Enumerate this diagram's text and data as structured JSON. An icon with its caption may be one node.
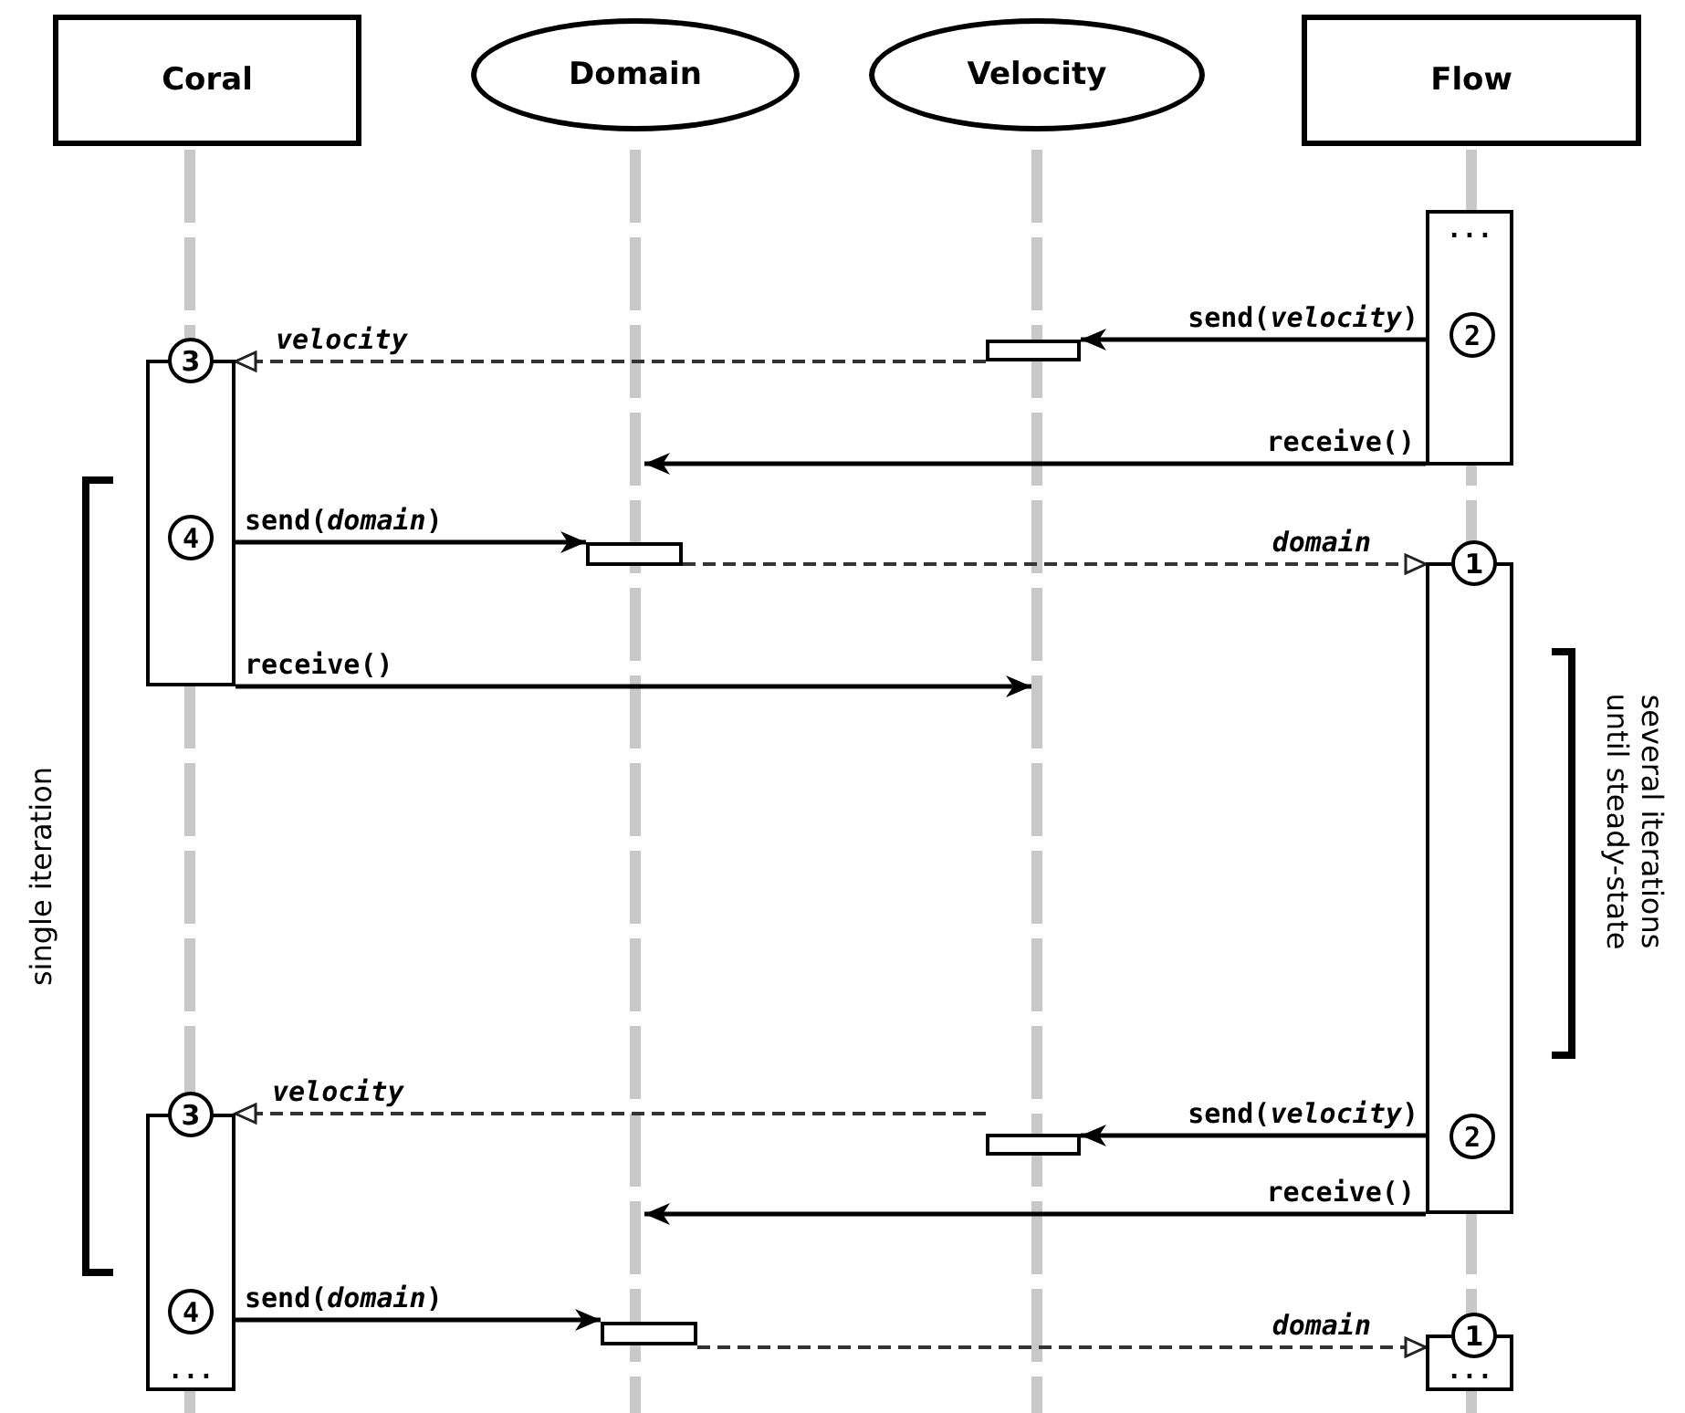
{
  "diagram": {
    "nodes": [
      {
        "text": [
          "Coral"
        ]
      },
      {
        "text": [
          "Domain"
        ]
      },
      {
        "text": [
          "Velocity"
        ]
      },
      {
        "text": [
          "Flow"
        ]
      },
      {
        "text": [
          "..."
        ]
      },
      {
        "text": [
          "2"
        ],
        "in": 4
      },
      {
        "text": [],
        "shape": "bar"
      },
      {
        "text": [
          "3"
        ]
      },
      {
        "text": [],
        "shape": "bar"
      },
      {
        "text": [
          "4"
        ],
        "in": 8
      },
      {
        "text": [],
        "shape": "bar"
      },
      {
        "text": [
          "1"
        ]
      },
      {
        "text": [],
        "shape": "bar"
      },
      {
        "text": [
          "2"
        ],
        "in": 12
      },
      {
        "text": [],
        "shape": "bar"
      },
      {
        "text": [
          "3"
        ]
      },
      {
        "text": [
          "..."
        ]
      },
      {
        "text": [
          "4"
        ],
        "in": 16
      },
      {
        "text": [],
        "shape": "bar"
      },
      {
        "text": [
          "1"
        ]
      },
      {
        "text": [
          "..."
        ]
      }
    ],
    "edges": [
      {
        "from": 4,
        "to": 6,
        "arrow": "to",
        "label": "send(*velocity*)"
      },
      {
        "from": 6,
        "to": 8,
        "arrow": "to",
        "label": "velocity",
        "style": "dashed"
      },
      {
        "from": 4,
        "to": null,
        "arrow": "to",
        "label": "receive()"
      },
      {
        "from": 8,
        "to": 10,
        "arrow": "to",
        "label": "send(*domain*)"
      },
      {
        "from": 10,
        "to": 12,
        "arrow": "to",
        "label": "domain",
        "style": "dashed"
      },
      {
        "from": 8,
        "to": null,
        "arrow": "to",
        "label": "receive()"
      },
      {
        "from": 12,
        "to": 14,
        "arrow": "to",
        "label": "send(*velocity*)"
      },
      {
        "from": 14,
        "to": 16,
        "arrow": "to",
        "label": "velocity",
        "style": "dashed"
      },
      {
        "from": 12,
        "to": null,
        "arrow": "to",
        "label": "receive()"
      },
      {
        "from": 16,
        "to": 18,
        "arrow": "to",
        "label": "send(*domain*)"
      },
      {
        "from": 18,
        "to": 20,
        "arrow": "to",
        "label": "domain",
        "style": "dashed"
      }
    ],
    "labels": [
      "single iteration",
      "several iterations until steady-state"
    ]
  }
}
